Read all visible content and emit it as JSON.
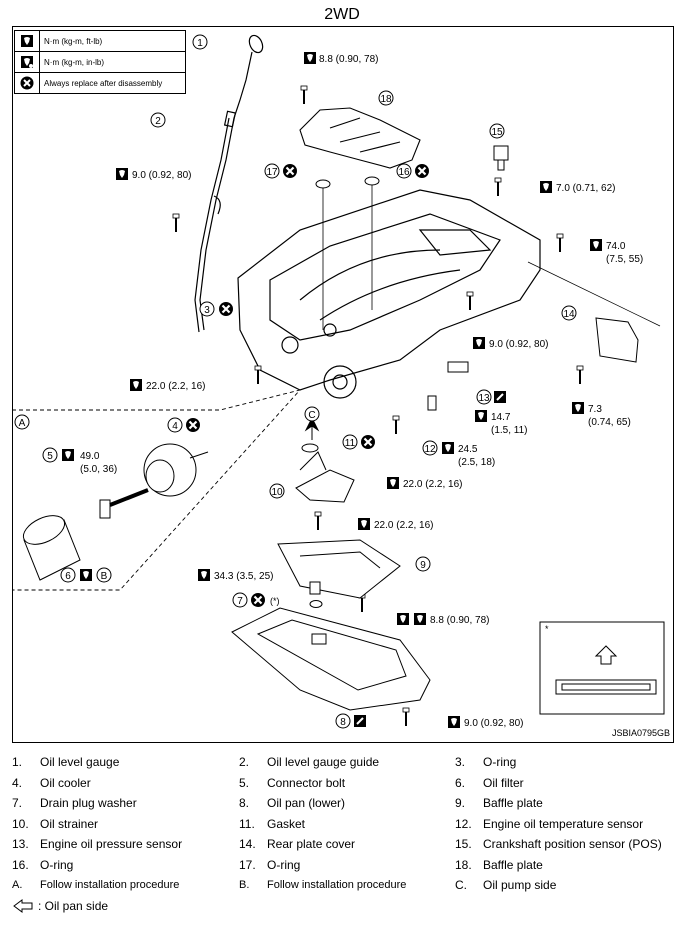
{
  "title": "2WD",
  "legend": [
    {
      "icon": "torque-wrench-icon",
      "text": "N·m (kg-m, ft-lb)"
    },
    {
      "icon": "torque-wrench-inch-icon",
      "text": "N·m (kg-m, in-lb)"
    },
    {
      "icon": "replace-x-icon",
      "text": "Always replace after disassembly"
    }
  ],
  "callouts": {
    "c1": "1",
    "c2": "2",
    "c3": "3",
    "c4": "4",
    "c5": "5",
    "c6": "6",
    "c7": "7",
    "c8": "8",
    "c9": "9",
    "c10": "10",
    "c11": "11",
    "c12": "12",
    "c13": "13",
    "c14": "14",
    "c15": "15",
    "c16": "16",
    "c17": "17",
    "c18": "18",
    "cA": "A",
    "cB": "B",
    "cC": "C",
    "cStar": "*",
    "cParen": "(*)"
  },
  "torques": {
    "t_88_top": "8.8 (0.90, 78)",
    "t_90_left": "9.0 (0.92, 80)",
    "t_70": "7.0 (0.71, 62)",
    "t_740a": "74.0",
    "t_740b": "(7.5, 55)",
    "t_90_mid": "9.0 (0.92, 80)",
    "t_220_left": "22.0 (2.2, 16)",
    "t_490a": "49.0",
    "t_490b": "(5.0, 36)",
    "t_147a": "14.7",
    "t_147b": "(1.5, 11)",
    "t_245a": "24.5",
    "t_245b": "(2.5, 18)",
    "t_73a": "7.3",
    "t_73b": "(0.74, 65)",
    "t_220_mid": "22.0 (2.2, 16)",
    "t_220_low": "22.0 (2.2, 16)",
    "t_343": "34.3 (3.5, 25)",
    "t_88_low": "8.8 (0.90, 78)",
    "t_90_bot": "9.0 (0.92, 80)"
  },
  "figure_id": "JSBIA0795GB",
  "parts": [
    [
      {
        "n": "1.",
        "t": "Oil level gauge"
      },
      {
        "n": "2.",
        "t": "Oil level gauge guide"
      },
      {
        "n": "3.",
        "t": "O-ring"
      }
    ],
    [
      {
        "n": "4.",
        "t": "Oil cooler"
      },
      {
        "n": "5.",
        "t": "Connector bolt"
      },
      {
        "n": "6.",
        "t": "Oil filter"
      }
    ],
    [
      {
        "n": "7.",
        "t": "Drain plug washer"
      },
      {
        "n": "8.",
        "t": "Oil pan (lower)"
      },
      {
        "n": "9.",
        "t": "Baffle plate"
      }
    ],
    [
      {
        "n": "10.",
        "t": "Oil strainer"
      },
      {
        "n": "11.",
        "t": "Gasket"
      },
      {
        "n": "12.",
        "t": "Engine oil temperature sensor"
      }
    ],
    [
      {
        "n": "13.",
        "t": "Engine oil pressure sensor"
      },
      {
        "n": "14.",
        "t": "Rear plate cover"
      },
      {
        "n": "15.",
        "t": "Crankshaft position sensor (POS)"
      }
    ],
    [
      {
        "n": "16.",
        "t": "O-ring"
      },
      {
        "n": "17.",
        "t": "O-ring"
      },
      {
        "n": "18.",
        "t": "Baffle plate"
      }
    ],
    [
      {
        "n": "A.",
        "t": "Follow installation procedure"
      },
      {
        "n": "B.",
        "t": "Follow installation procedure"
      },
      {
        "n": "C.",
        "t": "Oil pump side"
      }
    ]
  ],
  "footnote": ": Oil pan side"
}
